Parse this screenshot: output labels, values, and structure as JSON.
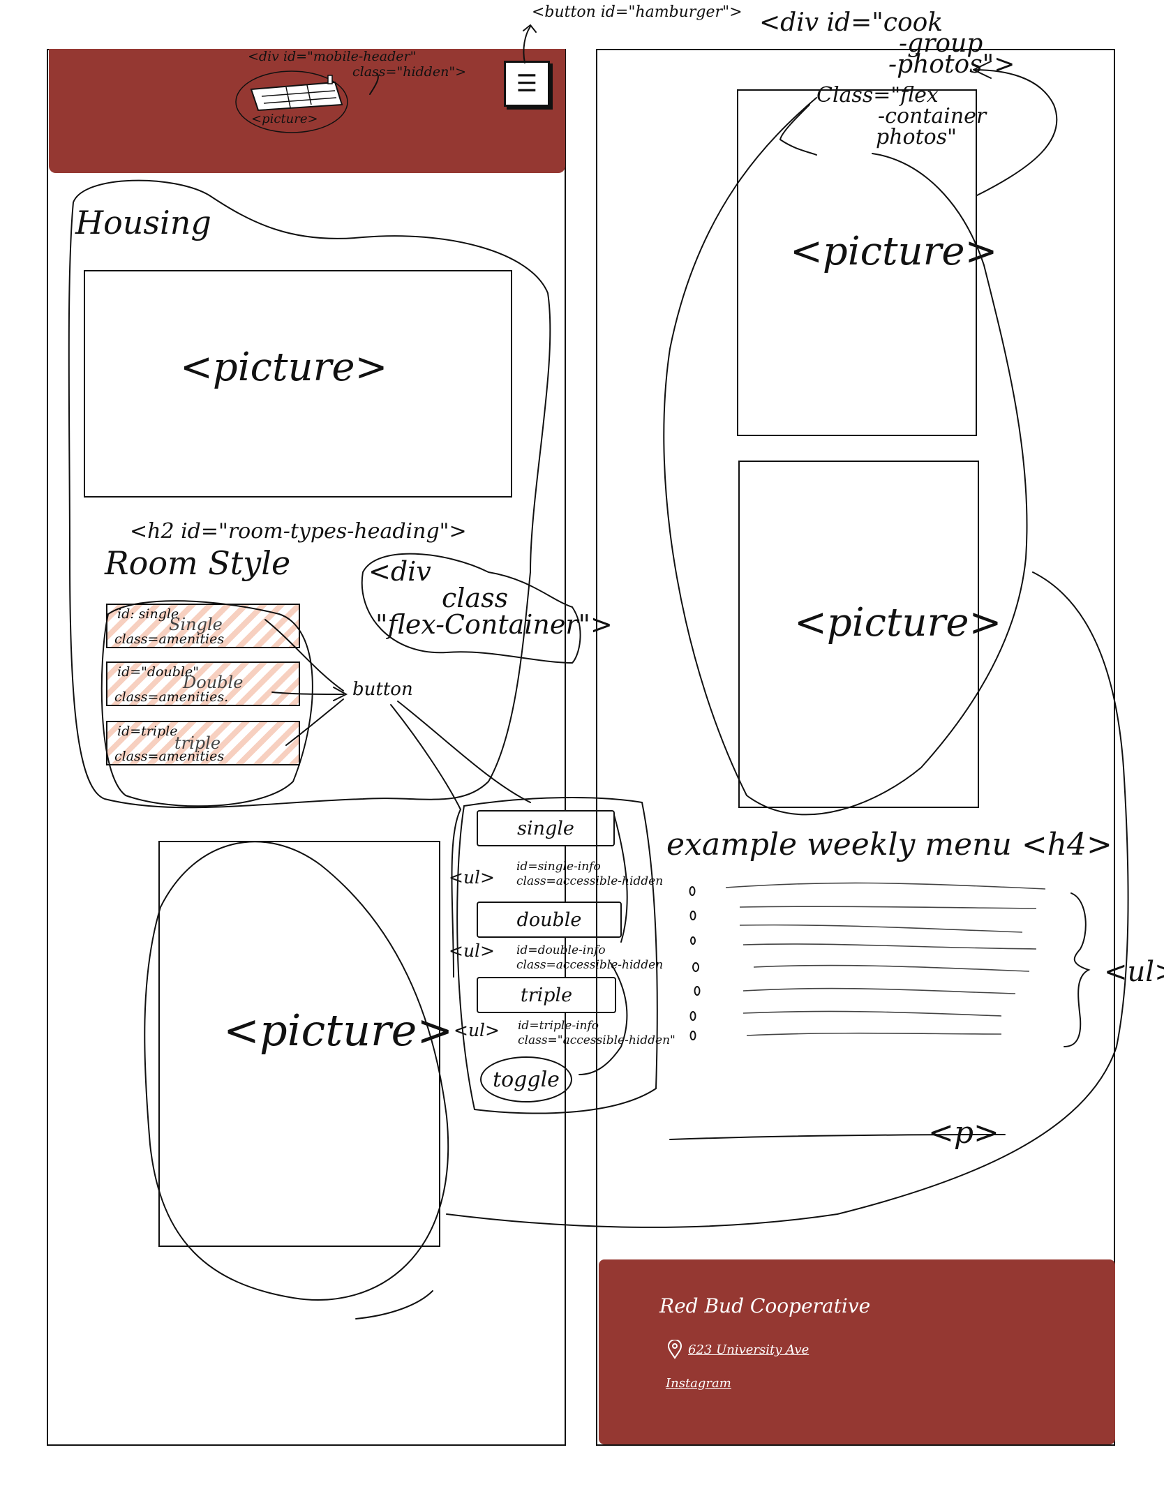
{
  "annotations": {
    "hamburger_button": "<button id=\"hamburger\">",
    "cook_group_div_line1": "<div id=\"cook",
    "cook_group_div_line2": "-group",
    "cook_group_div_line3": "-photos\">",
    "cook_photos_class_line1": "Class=\"flex",
    "cook_photos_class_line2": "-container",
    "cook_photos_class_line3": "photos\"",
    "mobile_header_line1": "<div id=\"mobile-header\"",
    "mobile_header_line2": "class=\"hidden\">",
    "logo_picture": "<picture>",
    "h2_room_types": "<h2 id=\"room-types-heading\">",
    "flex_container_line1": "<div",
    "flex_container_line2": "class",
    "flex_container_line3": "\"flex-Container\">",
    "button_note": "button",
    "weekly_menu_h4": "example weekly menu <h4>",
    "ul_right": "<ul>",
    "p_tag": "<p>"
  },
  "left_panel": {
    "housing_heading": "Housing",
    "picture_top": "<picture>",
    "room_style_heading": "Room Style",
    "picture_bottom": "<picture>",
    "amenities": [
      {
        "id_text": "id: single",
        "name": "Single",
        "class_text": "class=amenities"
      },
      {
        "id_text": "id=\"double\"",
        "name": "Double",
        "class_text": "class=amenities."
      },
      {
        "id_text": "id=triple",
        "name": "triple",
        "class_text": "class=amenities"
      }
    ]
  },
  "toggle_group": {
    "buttons": [
      "single",
      "double",
      "triple"
    ],
    "ul_tag": "<ul>",
    "infos": [
      {
        "id_text": "id=single-info",
        "class_text": "class=accessible-hidden"
      },
      {
        "id_text": "id=double-info",
        "class_text": "class=accessible-hidden"
      },
      {
        "id_text": "id=triple-info",
        "class_text": "class=\"accessible-hidden\""
      }
    ],
    "toggle_label": "toggle"
  },
  "right_panel": {
    "picture_top": "<picture>",
    "picture_bottom": "<picture>",
    "menu_bullets": 7
  },
  "footer": {
    "org_name": "Red Bud Cooperative",
    "address": "623 University Ave",
    "instagram": "Instagram"
  },
  "colors": {
    "header_maroon": "#953832",
    "highlight_peach": "#f0aa8c",
    "ink": "#111111"
  },
  "icons": {
    "hamburger": "hamburger-menu-icon",
    "location": "location-pin-icon",
    "logo": "house-logo-icon"
  }
}
